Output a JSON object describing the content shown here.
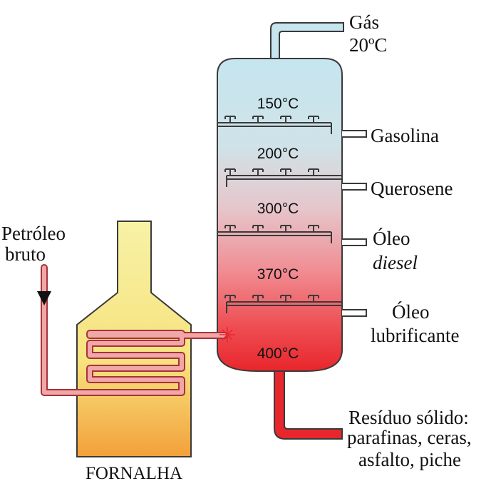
{
  "colors": {
    "column_top": "#c3e3ee",
    "column_bottom": "#ec2e34",
    "furnace_top": "#f7f1a3",
    "furnace_bottom": "#f4a23a",
    "pipe_fill": "#f0a7a7",
    "pipe_outline": "#a8323a",
    "outline": "#3a3a3a"
  },
  "stages": [
    {
      "temperature": "150°C"
    },
    {
      "temperature": "200°C"
    },
    {
      "temperature": "300°C"
    },
    {
      "temperature": "370°C"
    },
    {
      "temperature": "400°C"
    }
  ],
  "products": {
    "gas": {
      "line1": "Gás",
      "line2": "20ºC"
    },
    "gasoline": {
      "line1": "Gasolina"
    },
    "kerosene": {
      "line1": "Querosene"
    },
    "diesel": {
      "line1": "Óleo",
      "line2": "diesel"
    },
    "lubricant": {
      "line1": "Óleo",
      "line2": "lubrificante"
    },
    "residue": {
      "line1": "Resíduo sólido:",
      "line2": "parafinas, ceras,",
      "line3": "asfalto, piche"
    }
  },
  "input": {
    "line1": "Petróleo",
    "line2": "bruto"
  },
  "furnace": {
    "label": "FORNALHA"
  }
}
